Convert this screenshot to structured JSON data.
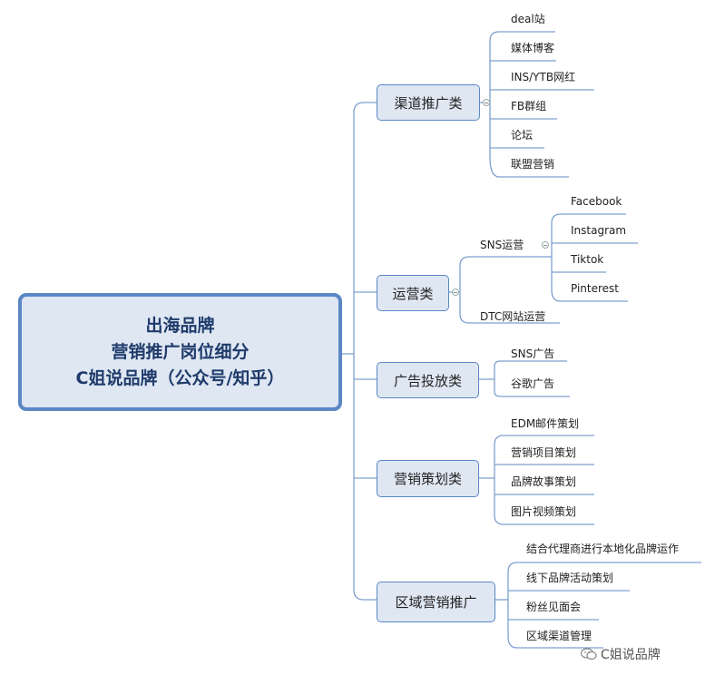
{
  "root": {
    "line1": "出海品牌",
    "line2": "营销推广岗位细分",
    "line3": "C姐说品牌（公众号/知乎）"
  },
  "categories": [
    {
      "label": "渠道推广类",
      "children": [
        "deal站",
        "媒体博客",
        "INS/YTB网红",
        "FB群组",
        "论坛",
        "联盟营销"
      ]
    },
    {
      "label": "运营类",
      "children": [
        "SNS运营",
        "DTC网站运营"
      ],
      "sns_children": [
        "Facebook",
        "Instagram",
        "Tiktok",
        "Pinterest"
      ]
    },
    {
      "label": "广告投放类",
      "children": [
        "SNS广告",
        "谷歌广告"
      ]
    },
    {
      "label": "营销策划类",
      "children": [
        "EDM邮件策划",
        "营销项目策划",
        "品牌故事策划",
        "图片视频策划"
      ]
    },
    {
      "label": "区域营销推广",
      "children": [
        "结合代理商进行本地化品牌运作",
        "线下品牌活动策划",
        "粉丝见面会",
        "区域渠道管理"
      ]
    }
  ],
  "watermark": {
    "text": "C姐说品牌",
    "icon": "wechat-icon"
  },
  "colors": {
    "accent": "#5b87c5",
    "fill": "#dfe7f3",
    "connector": "#7da0cf"
  }
}
